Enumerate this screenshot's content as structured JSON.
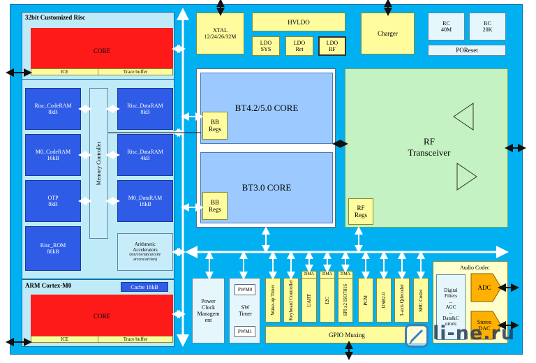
{
  "risc": {
    "title": "32bit Customized Risc",
    "core": "CORE",
    "ice": "ICE",
    "trace": "Trace buffer"
  },
  "memory": {
    "controller": "Memory Controller",
    "left": [
      {
        "name": "Risc_CodeRAM",
        "size": "8kB"
      },
      {
        "name": "M0_CodeRAM",
        "size": "16kB"
      },
      {
        "name": "OTP",
        "size": "8kB"
      },
      {
        "name": "Risc_ROM",
        "size": "80kB"
      }
    ],
    "right": [
      {
        "name": "Risc_DataRAM",
        "size": "8kB"
      },
      {
        "name": "Risc_DataRAM",
        "size": "4kB"
      },
      {
        "name": "M0_DataRAM",
        "size": "16kB"
      }
    ]
  },
  "arith": [
    "Arithmetic",
    "Accelerators",
    "(sin/cos/tan/arcsin/",
    "arccos/arctan)"
  ],
  "arm": {
    "title": "ARM Cortex-M0",
    "cache": "Cache 16kB",
    "core": "CORE",
    "ice": "ICE",
    "trace": "Trace buffer"
  },
  "top": {
    "xtal": [
      "XTAL",
      "12/24/26/32M"
    ],
    "hvldo": "HVLDO",
    "ldo_sys": [
      "LDO",
      "SYS"
    ],
    "ldo_ret": [
      "LDO",
      "Ret"
    ],
    "ldo_rf": [
      "LDO",
      "RF"
    ],
    "charger": "Charger",
    "rc40": [
      "RC",
      "40M"
    ],
    "rc20": [
      "RC",
      "20K"
    ],
    "poreset": "POReset"
  },
  "bt": {
    "bt42": "BT4.2/5.0 CORE",
    "bt30": "BT3.0 CORE",
    "bbregs": [
      "BB",
      "Regs"
    ]
  },
  "rf": {
    "title": [
      "RF",
      "Transceiver"
    ],
    "regs": [
      "RF",
      "Regs"
    ]
  },
  "peripherals": {
    "power": [
      "Power",
      "Clock",
      "Managem",
      "ent"
    ],
    "pwm0": "PWM0",
    "sw_timer": [
      "SW",
      "Timer"
    ],
    "pwm1": "PWM1",
    "vertical": [
      {
        "label": "Wake-up Timer",
        "dma": ""
      },
      {
        "label": "Keyboard Controller",
        "dma": ""
      },
      {
        "label": "UART",
        "dma": "DMA"
      },
      {
        "label": "I2C",
        "dma": "DMA"
      },
      {
        "label": "SPI x2 ISO7816",
        "dma": "DMA"
      },
      {
        "label": "PCM",
        "dma": ""
      },
      {
        "label": "USB2.0",
        "dma": ""
      },
      {
        "label": "3-axis Qdecoder",
        "dma": ""
      },
      {
        "label": "SBC Codec",
        "dma": ""
      }
    ],
    "gpio": "GPIO Muxing"
  },
  "audio": {
    "title": "Audio Codec",
    "filters": [
      "Digital",
      "Filters",
      "...",
      "AGC",
      "...",
      "Data&C",
      "ntrols"
    ],
    "adc": "ADC",
    "dac": [
      "Stereo",
      "DAC"
    ]
  },
  "watermark": "li-ne.ru",
  "colors": {
    "chip": "#00b0f0",
    "core": "#ff1a1a",
    "ram": "#2e5ce6",
    "yellow": "#fffc9e",
    "bt": "#9cc9ff",
    "rf": "#c4f2c2",
    "orange": "#ffb000"
  }
}
